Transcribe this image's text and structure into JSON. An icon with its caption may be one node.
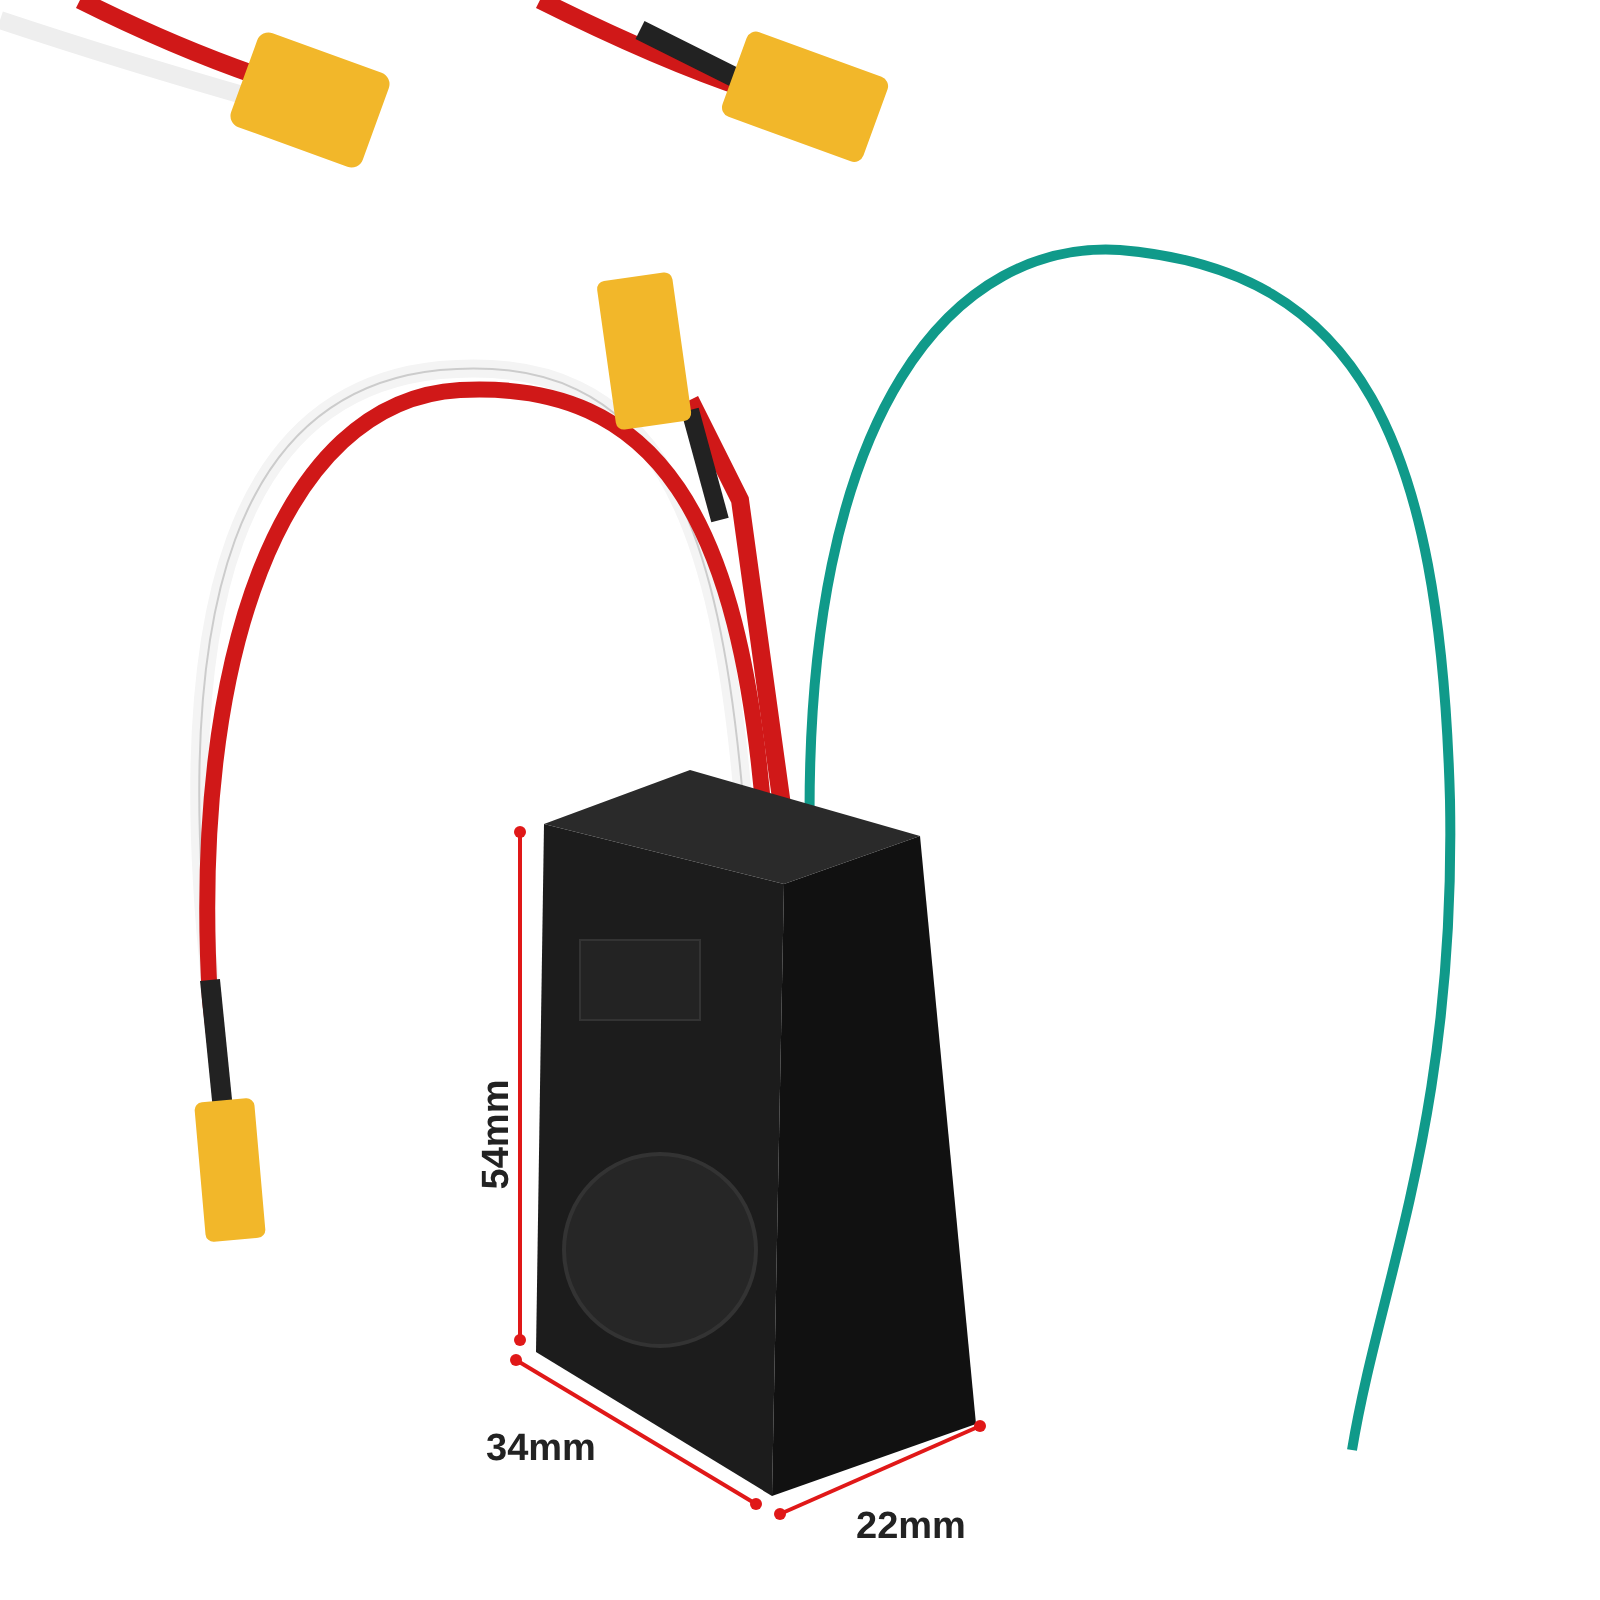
{
  "diagram": {
    "labels": [
      "54mm",
      "34mm",
      "22mm"
    ]
  }
}
